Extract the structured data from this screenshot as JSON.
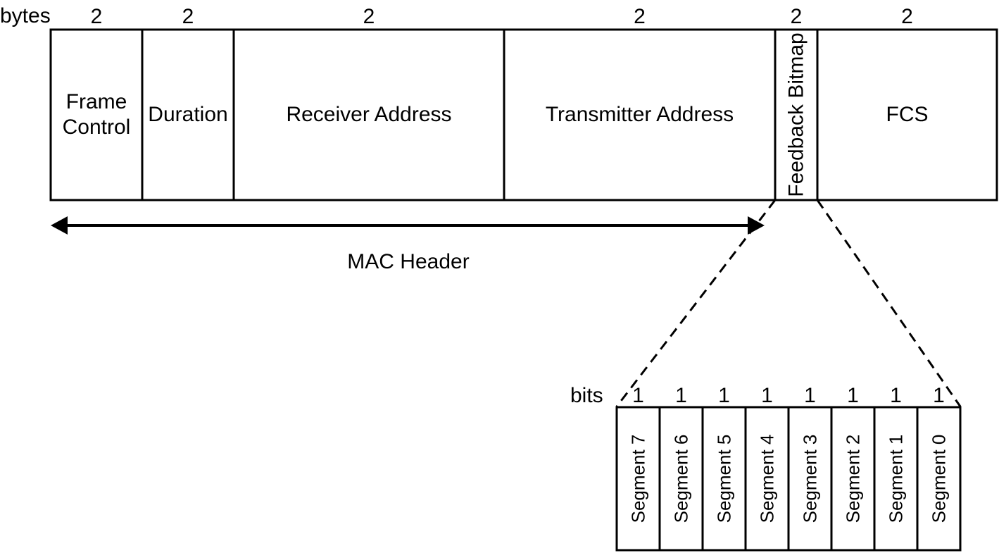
{
  "frame": {
    "unit_label": "bytes",
    "fields": [
      {
        "name": "Frame Control",
        "lines": [
          "Frame",
          "Control"
        ],
        "size": "2"
      },
      {
        "name": "Duration",
        "lines": [
          "Duration"
        ],
        "size": "2"
      },
      {
        "name": "Receiver Address",
        "lines": [
          "Receiver Address"
        ],
        "size": "2"
      },
      {
        "name": "Transmitter Address",
        "lines": [
          "Transmitter Address"
        ],
        "size": "2"
      },
      {
        "name": "Feedback Bitmap",
        "lines": [
          "Feedback Bitmap"
        ],
        "size": "2",
        "vertical": true
      },
      {
        "name": "FCS",
        "lines": [
          "FCS"
        ],
        "size": "2"
      }
    ]
  },
  "header_span": {
    "label": "MAC Header"
  },
  "bitmap": {
    "unit_label": "bits",
    "segments": [
      {
        "label": "Segment 7",
        "size": "1"
      },
      {
        "label": "Segment 6",
        "size": "1"
      },
      {
        "label": "Segment 5",
        "size": "1"
      },
      {
        "label": "Segment 4",
        "size": "1"
      },
      {
        "label": "Segment 3",
        "size": "1"
      },
      {
        "label": "Segment 2",
        "size": "1"
      },
      {
        "label": "Segment 1",
        "size": "1"
      },
      {
        "label": "Segment 0",
        "size": "1"
      }
    ]
  }
}
